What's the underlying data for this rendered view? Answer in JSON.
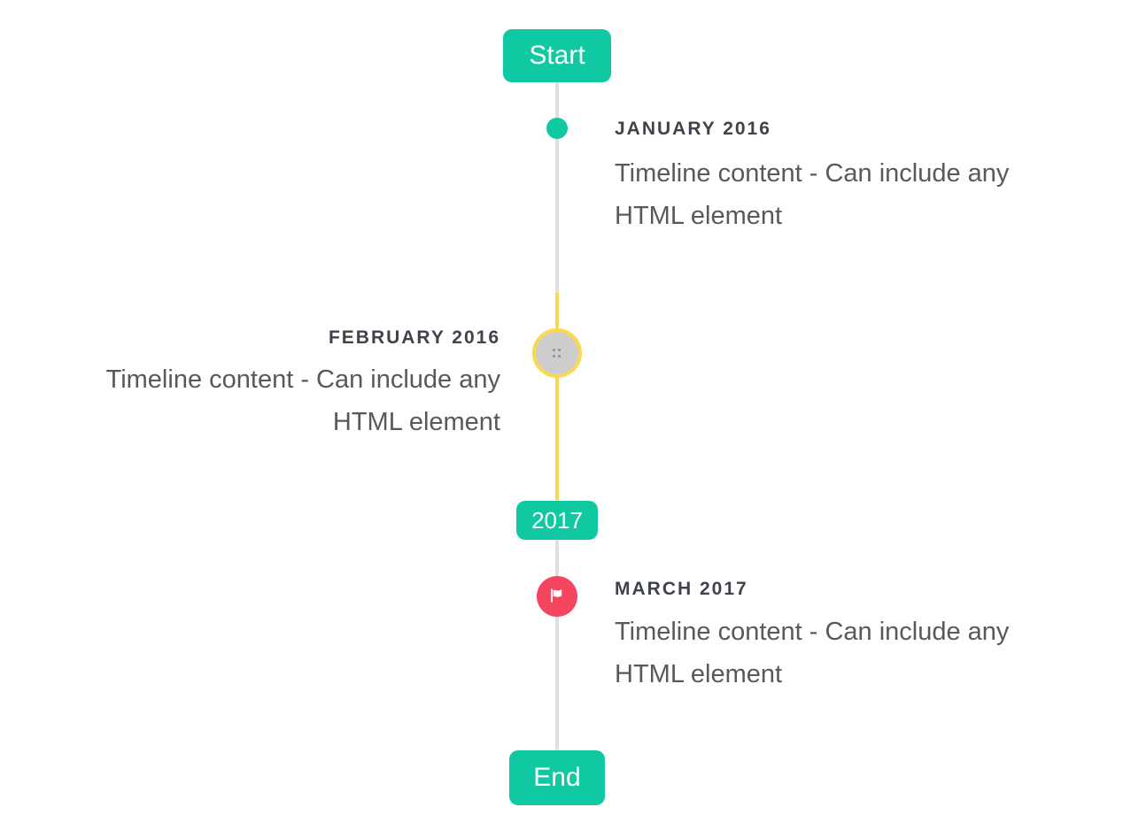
{
  "colors": {
    "accent_teal": "#10c9a2",
    "highlight_yellow": "#fbd850",
    "marker_red": "#f4455f",
    "line_gray": "#dfdfdf",
    "marker_gray_fill": "#cdcdcd",
    "title_text": "#3f434c",
    "content_text": "#595959"
  },
  "timeline": {
    "start_label": "Start",
    "end_label": "End",
    "year_badge": "2017",
    "items": [
      {
        "date_label": "JANUARY 2016",
        "content": "Timeline content - Can include any HTML element",
        "side": "right",
        "marker": "teal-dot"
      },
      {
        "date_label": "FEBRUARY 2016",
        "content": "Timeline content - Can include any HTML element",
        "side": "left",
        "marker": "gray-circle-yellow-ring-broken-image"
      },
      {
        "date_label": "MARCH 2017",
        "content": "Timeline content - Can include any HTML element",
        "side": "right",
        "marker": "red-flag-circle"
      }
    ]
  }
}
